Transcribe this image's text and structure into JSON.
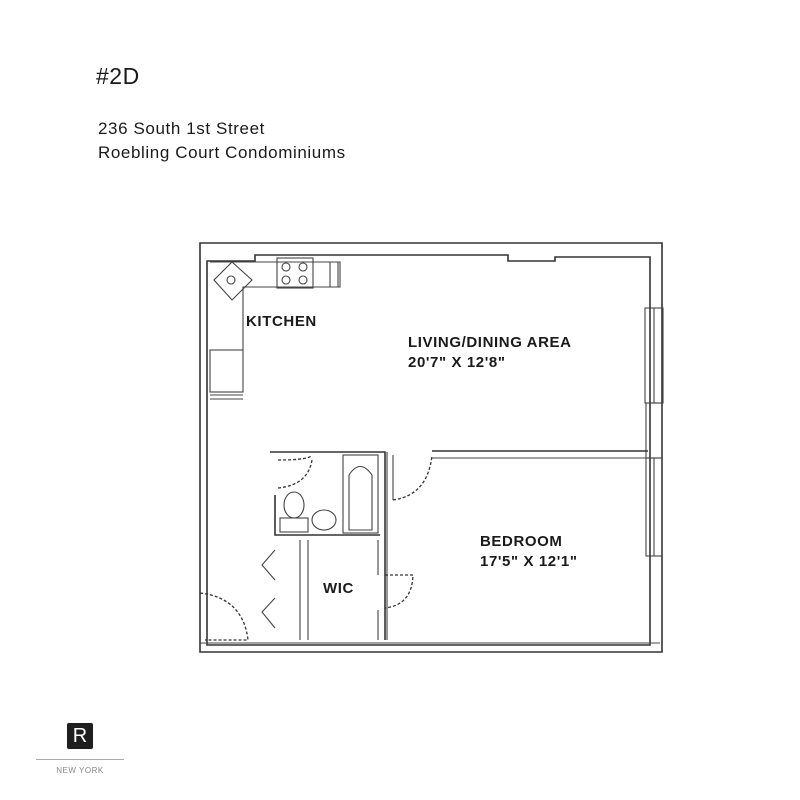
{
  "header": {
    "unit": "#2D",
    "address_line1": "236 South 1st Street",
    "address_line2": "Roebling Court Condominiums"
  },
  "rooms": {
    "kitchen": {
      "label": "KITCHEN"
    },
    "living": {
      "label": "LIVING/DINING AREA",
      "dimensions": "20'7\" X 12'8\""
    },
    "bedroom": {
      "label": "BEDROOM",
      "dimensions": "17'5\" X 12'1\""
    },
    "wic": {
      "label": "WIC"
    }
  },
  "branding": {
    "logo_letter": "R",
    "city": "NEW YORK"
  }
}
